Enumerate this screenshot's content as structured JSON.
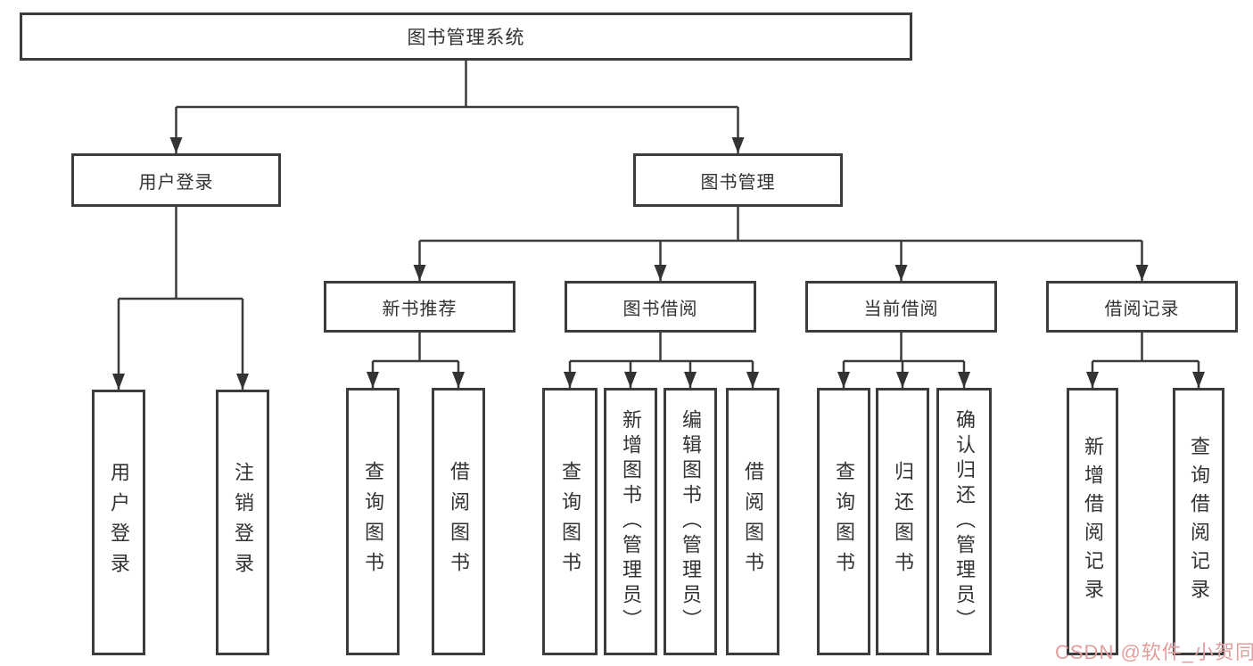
{
  "diagram": {
    "title": "图书管理系统",
    "type": "hierarchy-tree",
    "colors": {
      "line": "#3c3c3c",
      "box_border": "#3c3c3c",
      "text": "#333333",
      "watermark": "#e39d9d",
      "background": "#ffffff"
    }
  },
  "tree": {
    "root": {
      "label": "图书管理系统"
    },
    "branches": [
      {
        "label": "用户登录",
        "children": [
          {
            "label": "用户登录"
          },
          {
            "label": "注销登录"
          }
        ]
      },
      {
        "label": "图书管理",
        "children": [
          {
            "label": "新书推荐",
            "children": [
              {
                "label": "查询图书"
              },
              {
                "label": "借阅图书"
              }
            ]
          },
          {
            "label": "图书借阅",
            "children": [
              {
                "label": "查询图书"
              },
              {
                "label": "新增图书（管理员）"
              },
              {
                "label": "编辑图书（管理员）"
              },
              {
                "label": "借阅图书"
              }
            ]
          },
          {
            "label": "当前借阅",
            "children": [
              {
                "label": "查询图书"
              },
              {
                "label": "归还图书"
              },
              {
                "label": "确认归还（管理员）"
              }
            ]
          },
          {
            "label": "借阅记录",
            "children": [
              {
                "label": "新增借阅记录"
              },
              {
                "label": "查询借阅记录"
              }
            ]
          }
        ]
      }
    ]
  },
  "watermark": "CSDN @软件_小贺同学"
}
